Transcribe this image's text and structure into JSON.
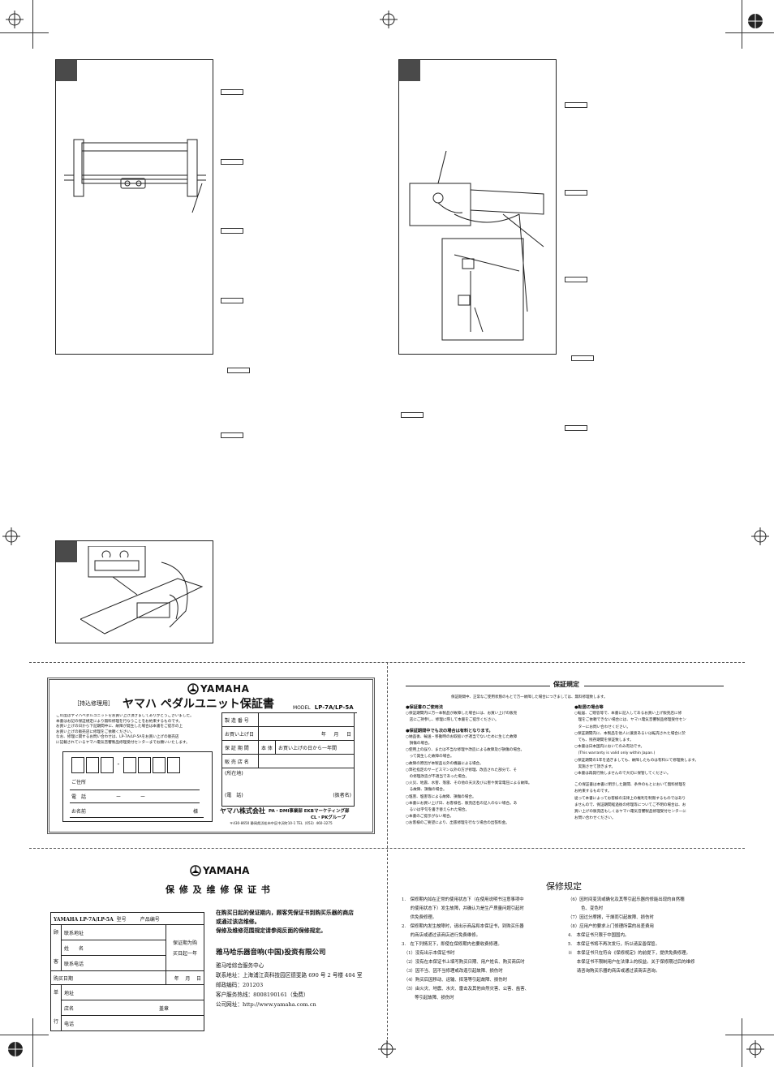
{
  "jp_card": {
    "brand": "YAMAHA",
    "tag": "［持込修理用］",
    "title": "ヤマハ ペダルユニット保証書",
    "model_label": "MODEL",
    "model_value": "LP-7A/LP-5A",
    "intro_lines": [
      "この度はヤマハペダルユニットをお買い上げ頂きましてありがとうございました。",
      "本書はお記の保証規定により無料修理を行なうことをお約束するものです。",
      "お買い上げの日から下記期間中に、故障が発生した場合は本書をご提示の上",
      "お買い上げの販売店に修理をご依頼ください。",
      "なお、修理に関するお問い合わせは、LP-7A/LP-5Aをお買い上げの販売店",
      "に記載されているヤマハ電気音響製品修理受付センターまでお願いいたします。"
    ],
    "fields": {
      "address": "ご住所",
      "phone": "電　話",
      "phone_sep1": "ー",
      "phone_sep2": "ー",
      "name": "お名前",
      "honorific": "様"
    },
    "table": {
      "serial": "製 造 番 号",
      "purchase_date": "お買い上げ日",
      "year": "年",
      "month": "月",
      "day": "日",
      "warranty_period": "保 証 期 間",
      "body": "本 体",
      "period_value": "お買い上げの日から一年間",
      "dealer": "販 売 店 名",
      "dealer_address": "(所在地)",
      "dealer_phone": "(電　話)",
      "dealer_contact": "(扱者名)"
    },
    "company": "ヤマハ株式会社",
    "division": "PA・DMI事業部 EKBマーケティング部",
    "group": "CL・PKグループ",
    "address_line": "〒430-8650 静岡県浜松市中区中沢町10-1 TEL（053）460-3275"
  },
  "jp_rules": {
    "header": "保証規定",
    "lead": "保証期間中、正常なご使用状態のもとで万一故障した場合につきましては、無料修理致します。",
    "left_title1": "●保証書のご使用法",
    "left_items1": [
      "○保証期間内に万一本製品が故障した場合には、お買い上げの販売",
      "　店にご持参し、修理に際して本書をご提示ください。"
    ],
    "left_title2": "●保証期間中でも次の場合は有料となります。",
    "left_items2": [
      "○納品後、輸送・移動時のお取扱いが適当でないために生じた故障",
      "　損傷の場合。",
      "○使用上の誤り、または不当な修理や改造による故障及び損傷の場合。",
      "　って発生した故障の場合。",
      "○故障の原因が本製品以外の機器による場合。",
      "○弊社指定のサービスマン以外の方が修理、改造された部分で、そ",
      "　の修理改造が不適当であった場合。",
      "○火災、地震、水害、落雷、その他の天災及び公害や異常電圧による故障。",
      "　る故障、損傷の場合。",
      "○塩害、塩害等による故障、損傷の場合。",
      "○本書にお買い上げ日、お客様名、販売店名の記入のない場合。あ",
      "　るいは字句を書き替えられた場合。",
      "○本書のご提示がない場合。",
      "○お客様のご要望により、出張修理を行なう場合の出張料金。"
    ],
    "right_title": "●転居の場合等",
    "right_items": [
      "○転居、ご贈答等で、本書に記入してあるお買い上げ販売店に修",
      "　理をご依頼できない場合には、ヤマハ電気音響製品修理受付セン",
      "　ターにお問い合わせください。",
      "○保証期間内に、本製品を他人に譲渡あるいは転売された場合に於",
      "　ても、残存期間を保証致します。",
      "○本書は日本国内においてのみ有効です。",
      "　(This warranty is valid only within Japan.)",
      "○保証期間の1年を過ぎましても、故障したものは有料にて修理致します。",
      "　実施させて頂きます。",
      "○本書は再発行致しませんので大切に保管してください。"
    ],
    "footer": [
      "この保証書は本書に明示した期間、条件のもとにおいて無料修理を",
      "お約束するものです。",
      "従って本書によってお客様の法律上の権利を制限するものではあり",
      "ませんので、保証期間経過後の修理等についてご不明の場合は、お",
      "買い上げの販売店もしくはヤマハ電気音響製品修理受付センターに",
      "お問い合わせください。"
    ]
  },
  "cn_card": {
    "brand": "YAMAHA",
    "title": "保 修 及 维 修 保 证 书",
    "model_prefix": "YAMAHA",
    "model_value": "LP-7A/LP-5A",
    "model_label": "型号",
    "product_no": "产品编号",
    "left_col": [
      "顾",
      "客",
      "购买日期",
      "单",
      "行"
    ],
    "row_address": "联系地址",
    "row_name": "姓　　名",
    "row_phone": "联系电话",
    "row_date": "购买日期",
    "row_year": "年",
    "row_month": "月",
    "row_day": "日",
    "row_addr2": "地址",
    "row_shop": "店名",
    "row_stamp": "盖章",
    "row_tel": "电话",
    "warranty_label": "保证期为购",
    "warranty_value": "买日起一年",
    "notice_lines": [
      "在购买日起的保证期内，顾客凭保证书到购买乐器的商店",
      "或通过该店维修。",
      "保修及维修范围规定请参阅反面的保修规定。"
    ],
    "company": "雅马哈乐器音响(中国)投资有限公司",
    "service_lines": [
      "雅马哈综合服务中心",
      "联系地址：上海浦江高科技园区德斐路 690 号 2 号楼 404 室",
      "邮政编码：201203",
      "客户服务热线：8008190161（免费）",
      "公司网址：http://www.yamaha.com.cn"
    ]
  },
  "cn_rules": {
    "title": "保修规定",
    "left_items": [
      "1.　保修期内如在正常的使用状态下（在使用说明书注意事项中",
      "　　的使用状态下）发生故障，并确认为是生产质量问题引起时",
      "　　供免费修理。",
      "2.　保修期内发生故障时，请出示商品和本保证书，到购买乐器",
      "　　的商店或通过该商店进行免费维修。",
      "3.　在下列情况下，即使在保修期内也要收费修理。",
      "　（1）没有出示本保证书时",
      "　（2）没有在本保证书上填写购买日期、用户姓名、购买商店时",
      "　（3）因不当、因不当修理或改造引起故障、损伤时",
      "　（4）购买后因移动、运输、摔落等引起故障、损伤时",
      "　（5）由火灾、地震、水灾、雷击及其他自然灾害、公害、盐害、",
      "　　　等引起故障、损伤时"
    ],
    "right_items": [
      "（6）因时间变流或确化及其等引起乐器的修能出现的自然穗",
      "　　　色、变色时",
      "（7）因过分摩擦，干燥而引起故障、损伤时",
      "（8）应用户的要求上门修理所需的出差费用",
      "4.　本保证书只限于中国国内。",
      "5.　本保证书将不再次发行，所以请妥善保管。",
      "※　本保证书只在符合《保修规定》的前提下，提供免费修理。",
      "　　本保证书不限制用户在法律上的权益。关于保修期过后的维修",
      "　　请咨询购买乐器的商店或通过该商店咨询。"
    ]
  }
}
